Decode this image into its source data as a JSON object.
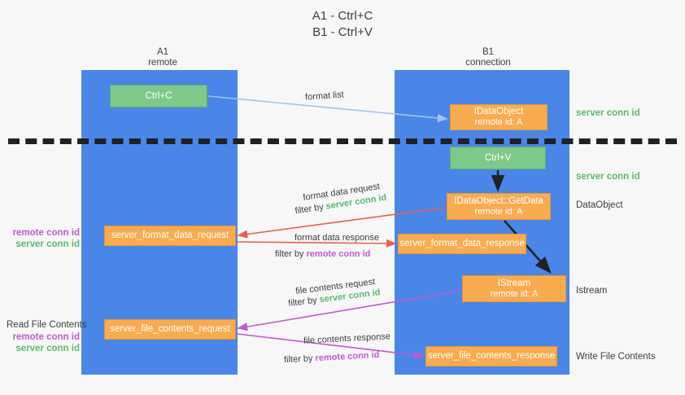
{
  "title": "A1 - Ctrl+C\nB1 - Ctrl+V",
  "columns": {
    "a1": "A1\nremote",
    "b1": "B1\nconnection"
  },
  "nodes": {
    "ctrl_c": {
      "line1": "Ctrl+C"
    },
    "ctrl_v": {
      "line1": "Ctrl+V"
    },
    "idataobject": {
      "line1": "IDataObject",
      "line2": "remote id: A"
    },
    "getdata": {
      "line1": "IDataObject::GetData",
      "line2": "remote id: A"
    },
    "istream": {
      "line1": "IStream",
      "line2": "remote id: A"
    },
    "format_data_request": {
      "line1": "server_format_data_request"
    },
    "format_data_response": {
      "line1": "server_format_data_response"
    },
    "file_contents_request": {
      "line1": "server_file_contents_request"
    },
    "file_contents_response": {
      "line1": "server_file_contents_response"
    }
  },
  "right_labels": {
    "server_conn_id_1": "server conn id",
    "server_conn_id_2": "server conn id",
    "dataobject": "DataObject",
    "istream": "Istream",
    "write_file_contents": "Write File Contents"
  },
  "left_labels": {
    "remote_conn_id_1": "remote conn id",
    "server_conn_id_1": "server conn id",
    "read_file_contents": "Read File Contents",
    "remote_conn_id_2": "remote conn id",
    "server_conn_id_2": "server conn id"
  },
  "edge_labels": {
    "format_list": "format list",
    "format_data_request": "format data request",
    "format_data_request_filter_prefix": "filter by ",
    "format_data_request_filter_value": "server conn id",
    "format_data_response": "format data response",
    "format_data_response_filter_prefix": "filter by ",
    "format_data_response_filter_value": "remote conn id",
    "file_contents_request": "file contents request",
    "file_contents_request_filter_prefix": "filter by ",
    "file_contents_request_filter_value": "server conn id",
    "file_contents_response": "file contents response",
    "file_contents_response_filter_prefix": "filter by ",
    "file_contents_response_filter_value": "remote conn id"
  },
  "colors": {
    "lane": "#4a86e8",
    "node_orange": "#f9ab50",
    "node_green": "#7dc98a",
    "green_text": "#57bb6e",
    "purple_text": "#c259d0",
    "arrow_red": "#e8604c",
    "arrow_purple": "#c259d0",
    "arrow_lightblue": "#9fc5e8",
    "arrow_black": "#202124",
    "background": "#f7f7f7"
  }
}
